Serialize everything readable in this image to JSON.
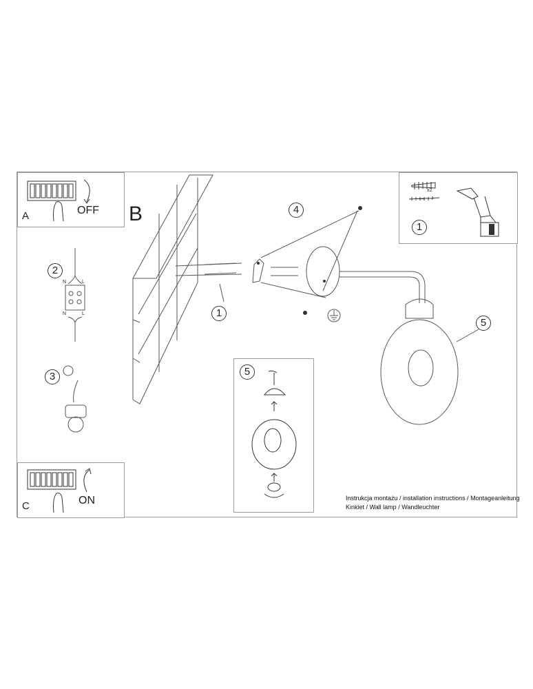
{
  "steps": {
    "A": {
      "letter": "A",
      "action": "OFF"
    },
    "B": {
      "letter": "B"
    },
    "C": {
      "letter": "C",
      "action": "ON"
    }
  },
  "tools": {
    "multiplier": "x2",
    "number": "1"
  },
  "callouts": {
    "wire": "2",
    "ground": "3",
    "dowels": "1",
    "bracket": "4",
    "shade": "5",
    "shade_detail": "5"
  },
  "terminal_labels": {
    "neutral": "N",
    "live": "L"
  },
  "caption": {
    "line1": "Instrukcja montażu / installation instructions / Montageanleitung",
    "line2": "Kinkiet / Wall lamp / Wandleuchter"
  }
}
